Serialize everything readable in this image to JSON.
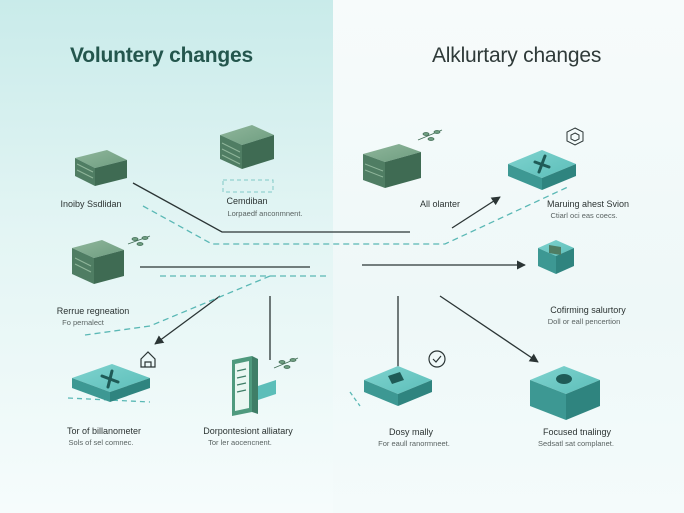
{
  "headings": {
    "left": "Voluntery changes",
    "right": "Alklurtary changes"
  },
  "nodes": [
    {
      "id": "n1",
      "label": "Inoiby Ssdlidan",
      "sub": ""
    },
    {
      "id": "n2",
      "label": "Cemdiban",
      "sub": "Lorpaedf anconmnent."
    },
    {
      "id": "n3",
      "label": "Rerrue regneation",
      "sub": "Fo pernalect"
    },
    {
      "id": "n4",
      "label": "Tor of billanometer",
      "sub": "Sols of sel comnec."
    },
    {
      "id": "n5",
      "label": "Dorpontesiont alliatary",
      "sub": "Tor ler aocencnent."
    },
    {
      "id": "n6",
      "label": "All olanter",
      "sub": ""
    },
    {
      "id": "n7",
      "label": "Maruing ahest Svion",
      "sub": "Ctiarl oci eas coecs."
    },
    {
      "id": "n8",
      "label": "Cofirming salurtory",
      "sub": "Doll or eall pencertion"
    },
    {
      "id": "n9",
      "label": "Dosy mally",
      "sub": "For eaull ranormneet."
    },
    {
      "id": "n10",
      "label": "Focused tnalingy",
      "sub": "Sedsatl sat complanet."
    }
  ],
  "colors": {
    "teal": "#4fb1ad",
    "green": "#5e8c72",
    "arrow": "#2b3535",
    "dashed": "#5ab8b5"
  },
  "icons": [
    "plus-icon",
    "leaf-sprig-icon",
    "check-circle-icon",
    "hexagon-icon",
    "house-icon",
    "clipboard-icon"
  ]
}
